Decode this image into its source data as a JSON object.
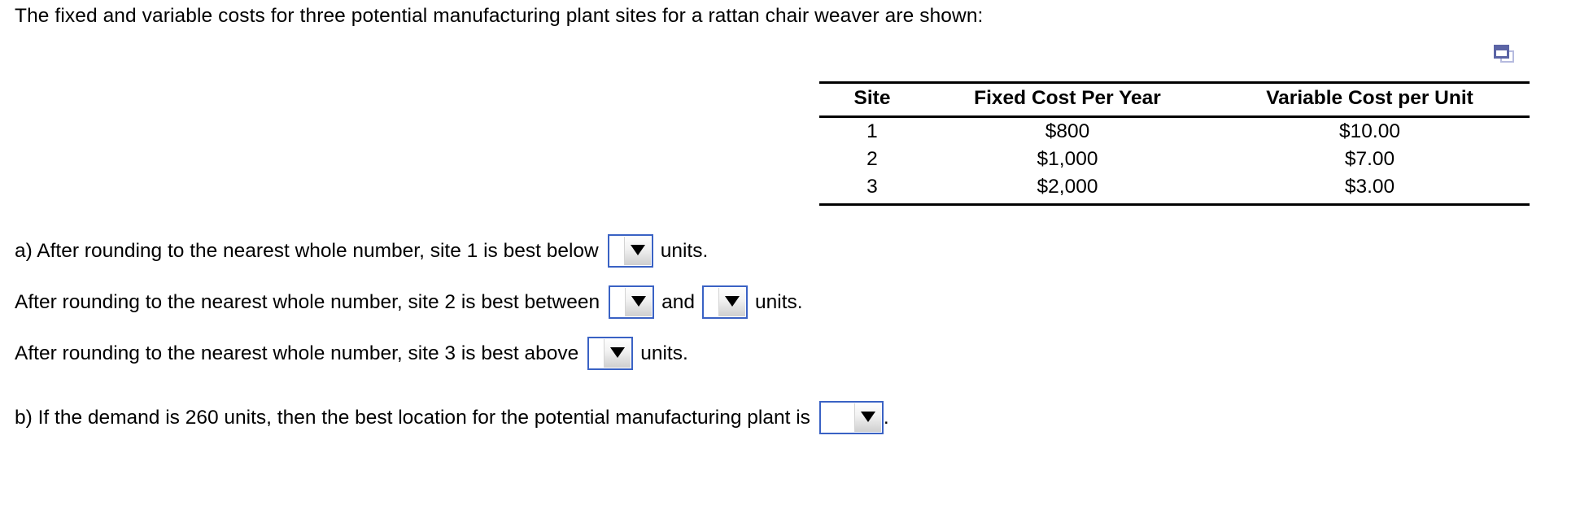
{
  "prompt": {
    "text": "The fixed and variable costs for three potential manufacturing plant sites for a rattan chair weaver are shown:"
  },
  "popup_icon": {
    "name": "open-in-popup-icon",
    "color_front": "#5b64a5",
    "color_back": "#b6bbdf"
  },
  "table": {
    "headers": [
      "Site",
      "Fixed Cost Per Year",
      "Variable Cost per Unit"
    ],
    "rows": [
      {
        "site": "1",
        "fixed_cost": "$800",
        "variable_cost": "$10.00"
      },
      {
        "site": "2",
        "fixed_cost": "$1,000",
        "variable_cost": "$7.00"
      },
      {
        "site": "3",
        "fixed_cost": "$2,000",
        "variable_cost": "$3.00"
      }
    ]
  },
  "questions": {
    "a_label": "a)",
    "a_line": {
      "before": "a) After rounding to the nearest whole number, site 1 is best below",
      "after": "units.",
      "dropdown_value": ""
    },
    "a_line2": {
      "before": "After rounding to the nearest whole number, site 2 is best between",
      "middle": "and",
      "after": "units.",
      "dropdown_value_1": "",
      "dropdown_value_2": ""
    },
    "a_line3": {
      "before": "After rounding to the nearest whole number, site 3 is best above",
      "after": "units.",
      "dropdown_value": ""
    },
    "b_line": {
      "before": "b) If the demand is 260 units, then the best location for the potential manufacturing plant is",
      "after": ".",
      "dropdown_value": ""
    }
  },
  "colors": {
    "dropdown_border": "#3a62c4",
    "text": "#000000",
    "background": "#ffffff"
  }
}
